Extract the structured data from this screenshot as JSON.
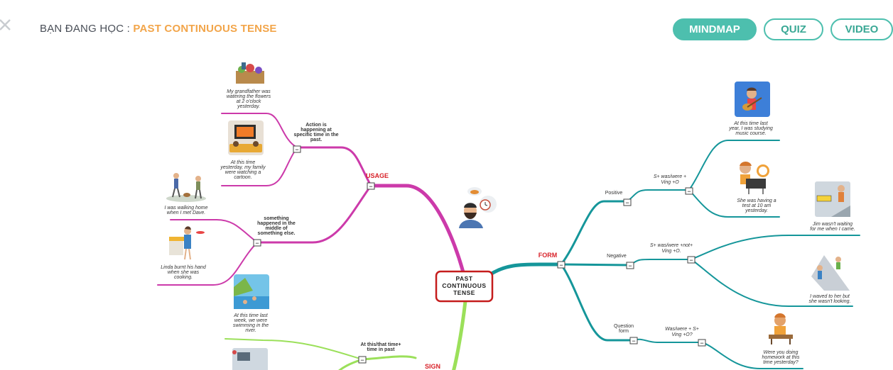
{
  "header": {
    "close_icon": "close-icon",
    "breadcrumb_lead": "BẠN ĐANG HỌC : ",
    "breadcrumb_topic": "PAST CONTINUOUS TENSE",
    "tabs": [
      {
        "label": "MINDMAP",
        "active": true
      },
      {
        "label": "QUIZ",
        "active": false
      },
      {
        "label": "VIDEO",
        "active": false
      }
    ]
  },
  "colors": {
    "accent": "#4dbfae",
    "topic": "#f2a54a",
    "usage_branch": "#cc3aaa",
    "form_branch": "#15969a",
    "sign_branch": "#9be05a",
    "center_border": "#c51d1d",
    "branch_label": "#d8232a"
  },
  "mindmap": {
    "center": [
      "PAST",
      "CONTINUOUS",
      "TENSE"
    ],
    "usage": {
      "label": "USAGE",
      "children": [
        {
          "label": [
            "Action is",
            "happening at",
            "specific time in the",
            "past."
          ],
          "examples": [
            [
              "My grandfather was",
              "watering the flowers",
              "at 2 o'clock",
              "yesterday."
            ],
            [
              "At this time",
              "yesterday, my family",
              "were watching  a",
              "cartoon."
            ]
          ]
        },
        {
          "label": [
            "something",
            "happened in the",
            "middle of",
            "something else."
          ],
          "examples": [
            [
              "I was walking home",
              "when I met Dave."
            ],
            [
              "Linda burnt his hand",
              "when she was",
              "cooking."
            ]
          ]
        }
      ]
    },
    "form": {
      "label": "FORM",
      "children": [
        {
          "label": "Positive",
          "formula": [
            "S+ was/were +",
            "Ving +O"
          ],
          "examples": [
            [
              "At this time last",
              "year, I was studying",
              "music course."
            ],
            [
              "She was having a",
              "test at 10 am",
              "yesterday."
            ]
          ]
        },
        {
          "label": "Negative",
          "formula": [
            "S+ was/were +not+",
            "Ving +O."
          ],
          "examples": [
            [
              "Jim wasn't waiting",
              "for me when I came."
            ],
            [
              "I waved to her but",
              "she wasn't looking."
            ]
          ]
        },
        {
          "label": [
            "Question",
            "form"
          ],
          "formula": [
            "Was/were + S+",
            "Ving +O?"
          ],
          "examples": [
            [
              "Were you doing",
              "homework at this",
              "time yesterday?"
            ]
          ]
        }
      ]
    },
    "sign": {
      "label": "SIGN",
      "children": [
        {
          "label": [
            "At this/that  time+",
            "time in past"
          ],
          "examples": [
            [
              "At this time last",
              "week, we were",
              "swimming in the",
              "river."
            ]
          ]
        }
      ]
    },
    "collapse_symbol": "−"
  }
}
